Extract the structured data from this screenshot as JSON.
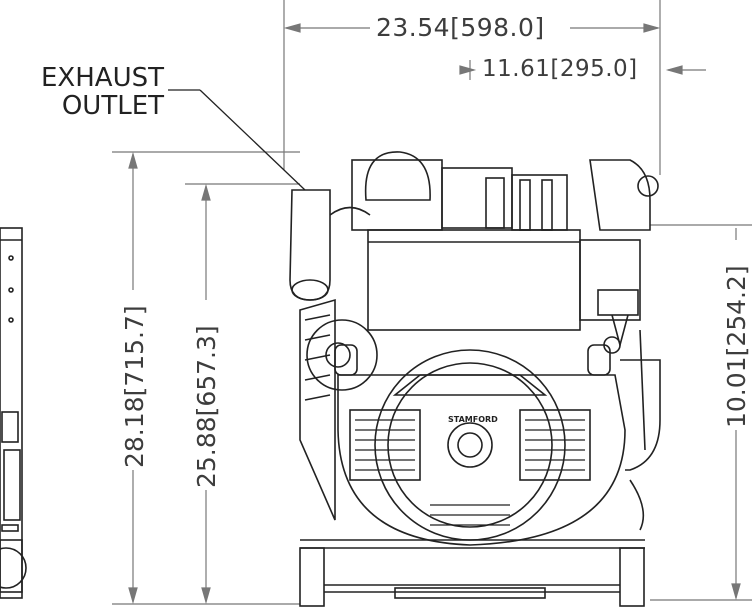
{
  "callouts": {
    "exhaust_line1": "EXHAUST",
    "exhaust_line2": "OUTLET"
  },
  "dimensions": {
    "overall_width": "23.54[598.0]",
    "half_width": "11.61[295.0]",
    "overall_height": "28.18[715.7]",
    "body_height": "25.88[657.3]",
    "right_height": "10.01[254.2]"
  },
  "badge": {
    "brand": "STAMFORD"
  }
}
